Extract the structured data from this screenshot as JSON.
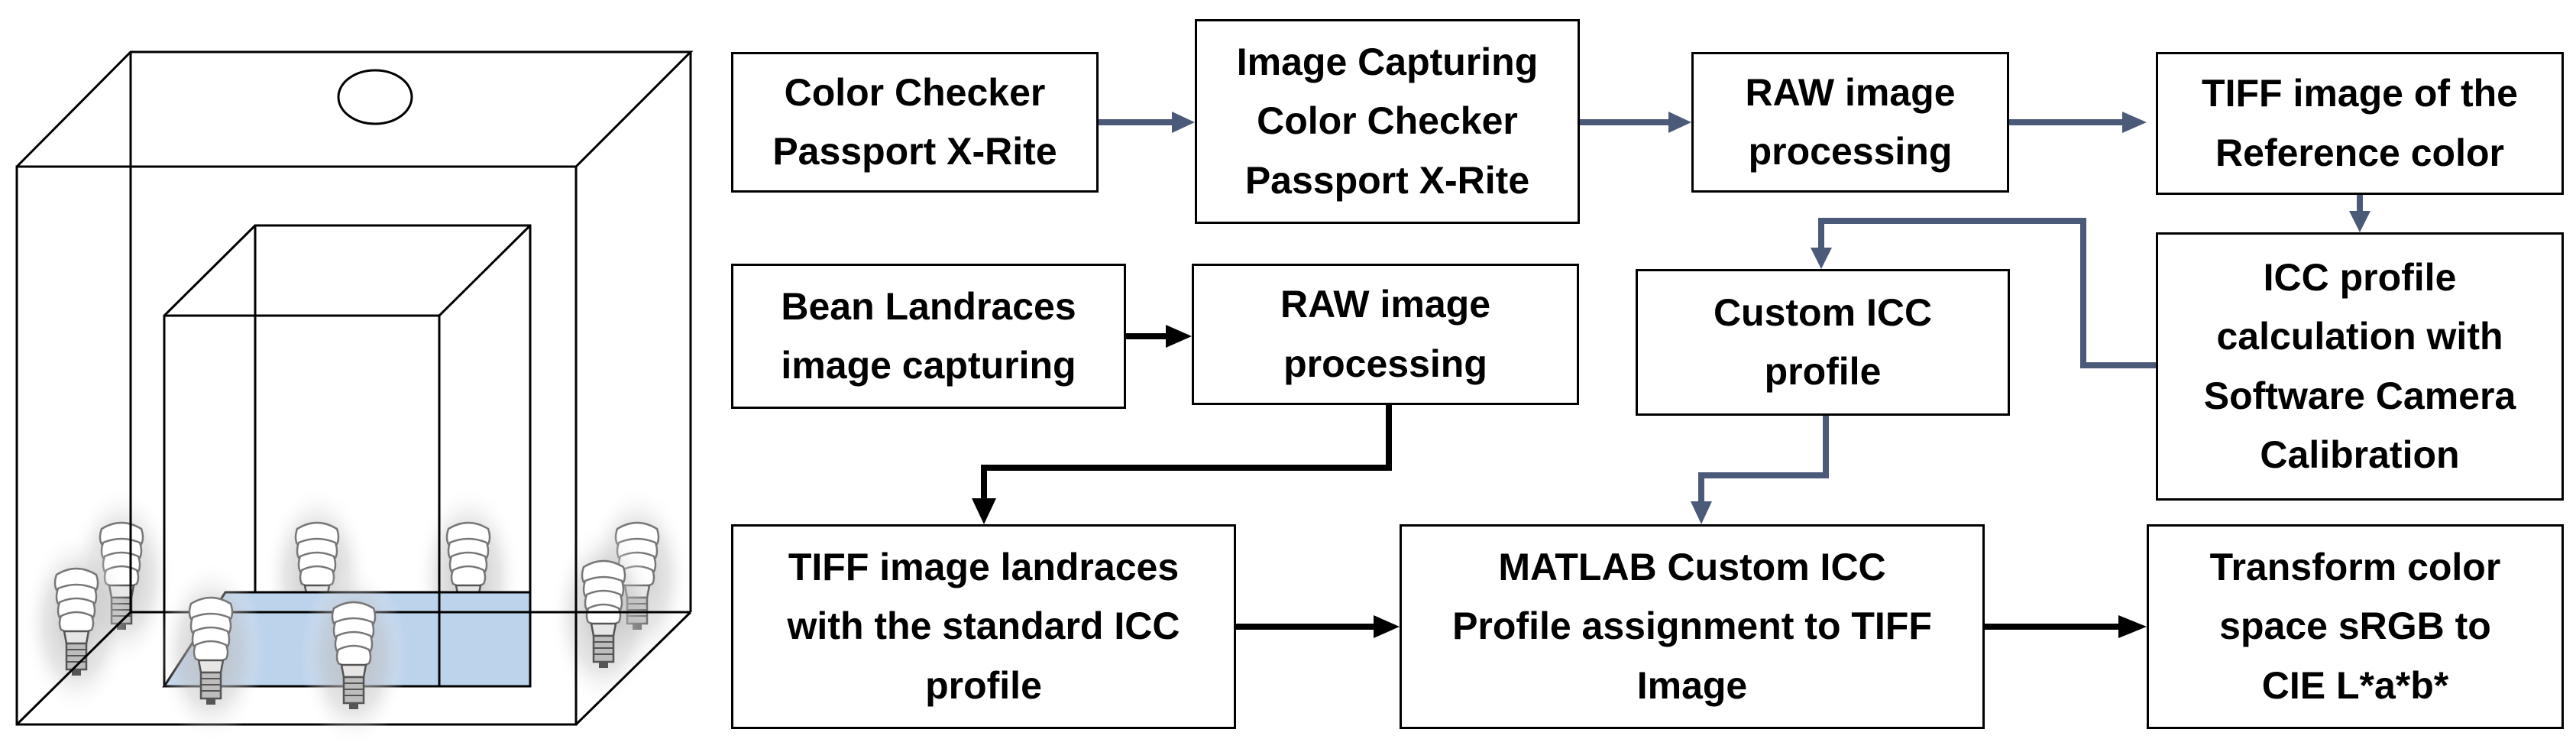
{
  "colors": {
    "steel_arrow": "#4a5a78",
    "black_arrow": "#000000",
    "floor": "#bcd3ec",
    "glow": "#b9b9b9"
  },
  "boxes": {
    "color_checker": "Color Checker\nPassport X-Rite",
    "capturing_checker": "Image Capturing\nColor Checker\nPassport X-Rite",
    "raw_top": "RAW image\nprocessing",
    "tiff_reference": "TIFF image of the\nReference color",
    "bean_capture": "Bean Landraces\nimage capturing",
    "raw_bottom": "RAW image\nprocessing",
    "custom_icc": "Custom ICC\nprofile",
    "icc_calc": "ICC profile\ncalculation with\nSoftware Camera\nCalibration",
    "tiff_landraces": "TIFF image landraces\nwith the standard ICC\nprofile",
    "matlab_assign": "MATLAB Custom ICC\nProfile assignment to TIFF\nImage",
    "transform": "Transform color\nspace sRGB to\nCIE L*a*b*"
  },
  "icons": [
    "light-box-illustration",
    "cfl-bulb-icon"
  ]
}
